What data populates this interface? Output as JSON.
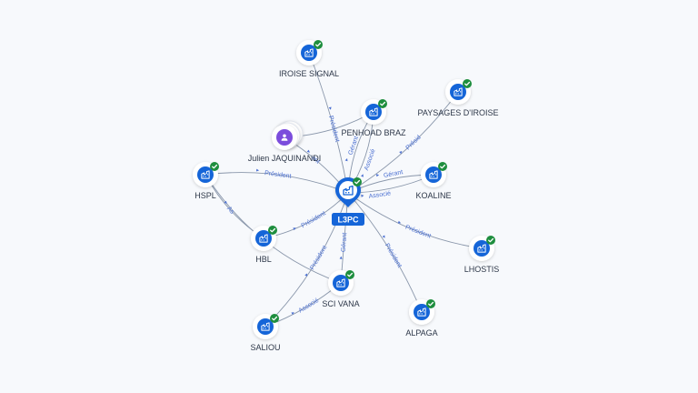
{
  "colors": {
    "edge": "#8a97ab",
    "edge_label": "#4a6fd1",
    "company_icon": "#1565d8",
    "person_icon": "#7c4ddc",
    "check_badge": "#1e8e3e",
    "center": "#1565d8"
  },
  "center": {
    "label": "L3PC",
    "icon": "building-icon"
  },
  "nodes": [
    {
      "id": "iroise-signal",
      "label": "IROISE SIGNAL",
      "type": "company",
      "icon": "building-icon",
      "verified": true
    },
    {
      "id": "penhoad-braz",
      "label": "PENHOAD BRAZ",
      "type": "company",
      "icon": "building-icon",
      "verified": true
    },
    {
      "id": "paysages-d-iroise",
      "label": "PAYSAGES D'IROISE",
      "type": "company",
      "icon": "building-icon",
      "verified": true
    },
    {
      "id": "julien-jaquinandi",
      "label": "Julien JAQUINANDI",
      "type": "person",
      "icon": "person-icon",
      "verified": false
    },
    {
      "id": "koaline",
      "label": "KOALINE",
      "type": "company",
      "icon": "building-icon",
      "verified": true
    },
    {
      "id": "hspl",
      "label": "HSPL",
      "type": "company",
      "icon": "building-icon",
      "verified": true
    },
    {
      "id": "hbl",
      "label": "HBL",
      "type": "company",
      "icon": "building-icon",
      "verified": true
    },
    {
      "id": "lhostis",
      "label": "LHOSTIS",
      "type": "company",
      "icon": "building-icon",
      "verified": true
    },
    {
      "id": "sci-vana",
      "label": "SCI VANA",
      "type": "company",
      "icon": "building-icon",
      "verified": true
    },
    {
      "id": "alpaga",
      "label": "ALPAGA",
      "type": "company",
      "icon": "building-icon",
      "verified": true
    },
    {
      "id": "saliou",
      "label": "SALIOU",
      "type": "company",
      "icon": "building-icon",
      "verified": true
    }
  ],
  "edges": [
    {
      "from": "center",
      "to": "iroise-signal",
      "label": "Président"
    },
    {
      "from": "center",
      "to": "penhoad-braz",
      "label": "Gérant"
    },
    {
      "from": "center",
      "to": "penhoad-braz",
      "label": "Associé"
    },
    {
      "from": "center",
      "to": "paysages-d-iroise",
      "label": "Présid"
    },
    {
      "from": "center",
      "to": "koaline",
      "label": "Gérant"
    },
    {
      "from": "center",
      "to": "koaline",
      "label": "Associé"
    },
    {
      "from": "center",
      "to": "hspl",
      "label": "Président"
    },
    {
      "from": "center",
      "to": "hbl",
      "label": "Président"
    },
    {
      "from": "center",
      "to": "lhostis",
      "label": "Président"
    },
    {
      "from": "center",
      "to": "sci-vana",
      "label": "Gérant"
    },
    {
      "from": "center",
      "to": "alpaga",
      "label": "Président"
    },
    {
      "from": "center",
      "to": "saliou",
      "label": "Président"
    },
    {
      "from": "julien-jaquinandi",
      "to": "center",
      "label": "ant"
    },
    {
      "from": "julien-jaquinandi",
      "to": "penhoad-braz",
      "label": ""
    },
    {
      "from": "hspl",
      "to": "hbl",
      "label": "As"
    },
    {
      "from": "hspl",
      "to": "sci-vana",
      "label": ""
    },
    {
      "from": "saliou",
      "to": "sci-vana",
      "label": "Associé"
    }
  ]
}
